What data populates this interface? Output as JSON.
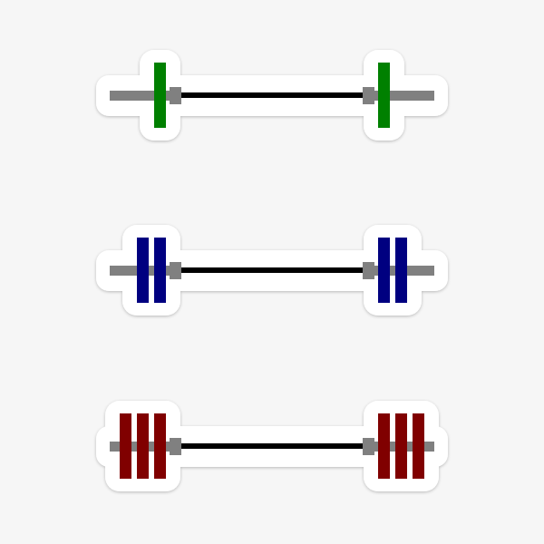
{
  "sticker": {
    "barbells": [
      {
        "name": "barbell-one-plate",
        "plates_per_side": 1,
        "plate_color": "#008000"
      },
      {
        "name": "barbell-two-plates",
        "plates_per_side": 2,
        "plate_color": "#000080"
      },
      {
        "name": "barbell-three-plates",
        "plates_per_side": 3,
        "plate_color": "#800000"
      }
    ],
    "colors": {
      "background": "#f6f6f6",
      "sticker_border": "#ffffff",
      "sleeve": "#808080",
      "bar": "#000000"
    }
  }
}
